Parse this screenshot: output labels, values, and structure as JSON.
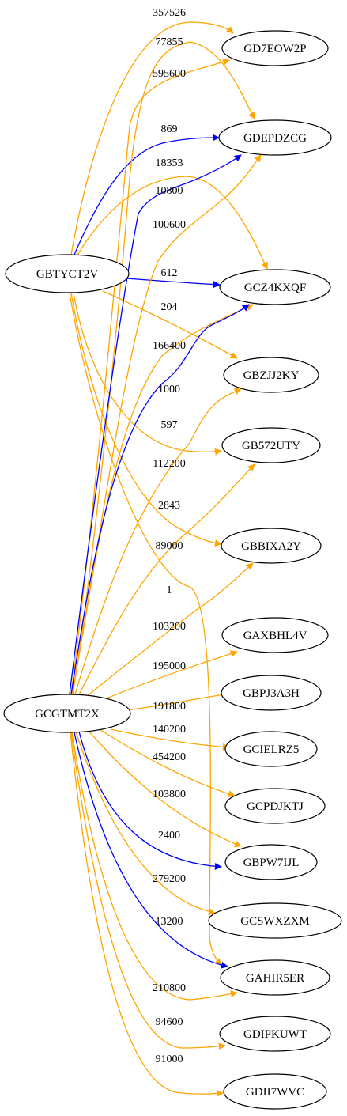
{
  "colors": {
    "orange": "#FFA500",
    "blue": "#0000FF"
  },
  "nodes": {
    "GBTYCT2V": "GBTYCT2V",
    "GCGTMT2X": "GCGTMT2X",
    "GD7EOW2P": "GD7EOW2P",
    "GDEPDZCG": "GDEPDZCG",
    "GCZ4KXQF": "GCZ4KXQF",
    "GBZJJ2KY": "GBZJJ2KY",
    "GB572UTY": "GB572UTY",
    "GBBIXA2Y": "GBBIXA2Y",
    "GAXBHL4V": "GAXBHL4V",
    "GBPJ3A3H": "GBPJ3A3H",
    "GCIELRZ5": "GCIELRZ5",
    "GCPDJKTJ": "GCPDJKTJ",
    "GBPW7IJL": "GBPW7IJL",
    "GCSWXZXM": "GCSWXZXM",
    "GAHIR5ER": "GAHIR5ER",
    "GDIPKUWT": "GDIPKUWT",
    "GDII7WVC": "GDII7WVC"
  },
  "edges": [
    {
      "from": "GBTYCT2V",
      "to": "GD7EOW2P",
      "label": "357526",
      "color": "orange"
    },
    {
      "from": "GBTYCT2V",
      "to": "GDEPDZCG",
      "label": "869",
      "color": "blue"
    },
    {
      "from": "GBTYCT2V",
      "to": "GCZ4KXQF",
      "label": "18353",
      "color": "orange"
    },
    {
      "from": "GBTYCT2V",
      "to": "GCZ4KXQF",
      "label": "612",
      "color": "blue"
    },
    {
      "from": "GBTYCT2V",
      "to": "GBZJJ2KY",
      "label": "204",
      "color": "orange"
    },
    {
      "from": "GBTYCT2V",
      "to": "GB572UTY",
      "label": "597",
      "color": "orange"
    },
    {
      "from": "GBTYCT2V",
      "to": "GBBIXA2Y",
      "label": "2843",
      "color": "orange"
    },
    {
      "from": "GBTYCT2V",
      "to": "GAHIR5ER",
      "label": "1",
      "color": "orange"
    },
    {
      "from": "GCGTMT2X",
      "to": "GDEPDZCG",
      "label": "77855",
      "color": "orange"
    },
    {
      "from": "GCGTMT2X",
      "to": "GD7EOW2P",
      "label": "595600",
      "color": "orange"
    },
    {
      "from": "GCGTMT2X",
      "to": "GDEPDZCG",
      "label": "10800",
      "color": "blue"
    },
    {
      "from": "GCGTMT2X",
      "to": "GDEPDZCG",
      "label": "100600",
      "color": "orange"
    },
    {
      "from": "GCGTMT2X",
      "to": "GCZ4KXQF",
      "label": "166400",
      "color": "orange"
    },
    {
      "from": "GCGTMT2X",
      "to": "GCZ4KXQF",
      "label": "1000",
      "color": "blue"
    },
    {
      "from": "GCGTMT2X",
      "to": "GBZJJ2KY",
      "label": "112200",
      "color": "orange"
    },
    {
      "from": "GCGTMT2X",
      "to": "GB572UTY",
      "label": "89000",
      "color": "orange"
    },
    {
      "from": "GCGTMT2X",
      "to": "GBBIXA2Y",
      "label": "103200",
      "color": "orange"
    },
    {
      "from": "GCGTMT2X",
      "to": "GAXBHL4V",
      "label": "195000",
      "color": "orange"
    },
    {
      "from": "GCGTMT2X",
      "to": "GBPJ3A3H",
      "label": "191800",
      "color": "orange"
    },
    {
      "from": "GCGTMT2X",
      "to": "GCIELRZ5",
      "label": "140200",
      "color": "orange"
    },
    {
      "from": "GCGTMT2X",
      "to": "GCPDJKTJ",
      "label": "454200",
      "color": "orange"
    },
    {
      "from": "GCGTMT2X",
      "to": "GBPW7IJL",
      "label": "103800",
      "color": "orange"
    },
    {
      "from": "GCGTMT2X",
      "to": "GBPW7IJL",
      "label": "2400",
      "color": "blue"
    },
    {
      "from": "GCGTMT2X",
      "to": "GCSWXZXM",
      "label": "279200",
      "color": "orange"
    },
    {
      "from": "GCGTMT2X",
      "to": "GAHIR5ER",
      "label": "13200",
      "color": "blue"
    },
    {
      "from": "GCGTMT2X",
      "to": "GAHIR5ER",
      "label": "210800",
      "color": "orange"
    },
    {
      "from": "GCGTMT2X",
      "to": "GDIPKUWT",
      "label": "94600",
      "color": "orange"
    },
    {
      "from": "GCGTMT2X",
      "to": "GDII7WVC",
      "label": "91000",
      "color": "orange"
    }
  ]
}
